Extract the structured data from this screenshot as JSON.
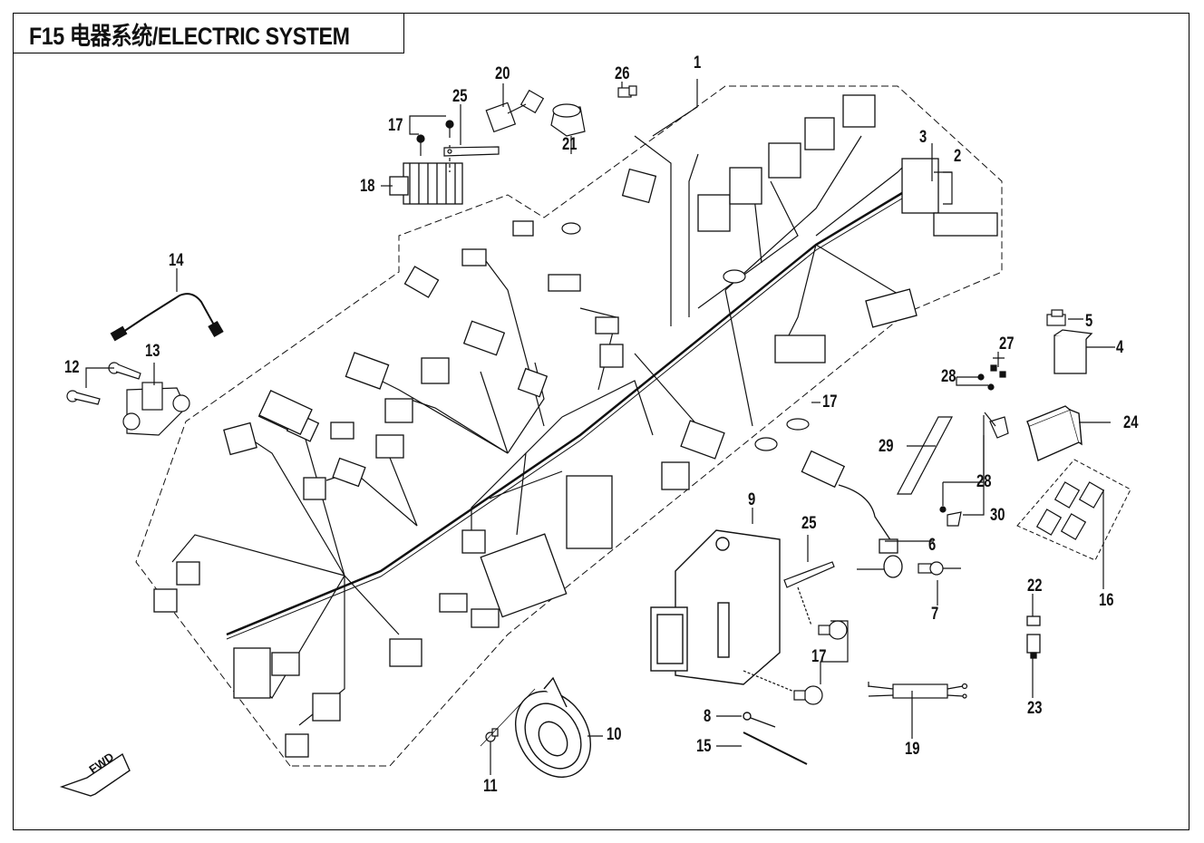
{
  "title": "F15 电器系统/ELECTRIC SYSTEM",
  "direction_badge": "FWD",
  "callouts": [
    {
      "id": "c1",
      "text": "1"
    },
    {
      "id": "c2",
      "text": "2"
    },
    {
      "id": "c3",
      "text": "3"
    },
    {
      "id": "c4",
      "text": "4"
    },
    {
      "id": "c5",
      "text": "5"
    },
    {
      "id": "c6",
      "text": "6"
    },
    {
      "id": "c7",
      "text": "7"
    },
    {
      "id": "c8",
      "text": "8"
    },
    {
      "id": "c9",
      "text": "9"
    },
    {
      "id": "c10",
      "text": "10"
    },
    {
      "id": "c11",
      "text": "11"
    },
    {
      "id": "c12",
      "text": "12"
    },
    {
      "id": "c13",
      "text": "13"
    },
    {
      "id": "c14",
      "text": "14"
    },
    {
      "id": "c15",
      "text": "15"
    },
    {
      "id": "c16",
      "text": "16"
    },
    {
      "id": "c17a",
      "text": "17"
    },
    {
      "id": "c17b",
      "text": "17"
    },
    {
      "id": "c17c",
      "text": "17"
    },
    {
      "id": "c18",
      "text": "18"
    },
    {
      "id": "c19",
      "text": "19"
    },
    {
      "id": "c20",
      "text": "20"
    },
    {
      "id": "c21",
      "text": "21"
    },
    {
      "id": "c22",
      "text": "22"
    },
    {
      "id": "c23",
      "text": "23"
    },
    {
      "id": "c24",
      "text": "24"
    },
    {
      "id": "c25a",
      "text": "25"
    },
    {
      "id": "c25b",
      "text": "25"
    },
    {
      "id": "c26",
      "text": "26"
    },
    {
      "id": "c27",
      "text": "27"
    },
    {
      "id": "c28a",
      "text": "28"
    },
    {
      "id": "c28b",
      "text": "28"
    },
    {
      "id": "c29",
      "text": "29"
    },
    {
      "id": "c30",
      "text": "30"
    }
  ]
}
